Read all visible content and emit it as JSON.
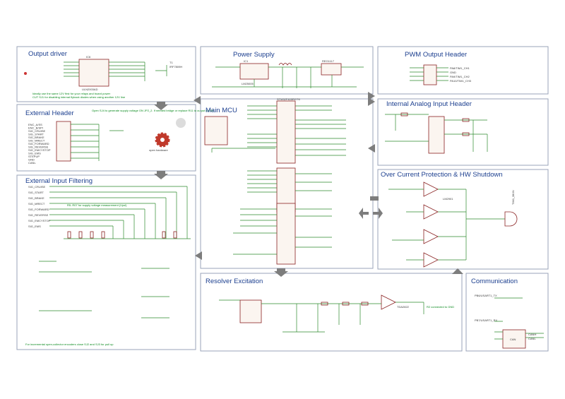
{
  "blocks": {
    "output_driver": {
      "title": "Output driver",
      "chip": "IC6",
      "chip_part": "ULN2003AD",
      "transistor": "T1",
      "transistor_part": "IRF7809H",
      "note_1": "Ideally use the same 12V first for your relays and board power",
      "note_2": "CUT SJ1 for disabling internal flyback diodes when using another 12V line"
    },
    "power_supply": {
      "title": "Power Supply",
      "chip_1": "IC1",
      "chip_2": "REG1117",
      "note": "LM25005"
    },
    "pwm_output": {
      "title": "PWM Output Header",
      "pins": [
        "PA8/TIM1_CH1",
        "GND",
        "PA9/TIM1_CH2",
        "PA10/TIM1_CH3"
      ]
    },
    "external_header": {
      "title": "External Header",
      "note": "Open SJ4 to generate supply voltage ON JP2_2. If needed bridge or replace R11 to output full 5V.",
      "signals": [
        "ENC_A/SS",
        "ENC_B/SPI",
        "SIG_CRUISE",
        "SIG_START",
        "SIG_BRAKE",
        "SIG_MRECT",
        "SIG_FORWARD",
        "SIG_REVERSE",
        "SIG_EMCYSTOP",
        "SIG_EMS",
        "STEPUP",
        "GND",
        "CANL"
      ],
      "logo": "open hardware"
    },
    "main_mcu": {
      "title": "Main MCU",
      "chip": "STM32F405RGT6"
    },
    "internal_analog": {
      "title": "Internal Analog Input Header"
    },
    "external_input": {
      "title": "External Input Filtering",
      "note_1": "R5..R07 for supply voltage measurement (Vpol)",
      "note_2": "For incremental open-collector encoders close SJ2 and SJ3 for pull up",
      "signals": [
        "SIG_CRUISE",
        "SIG_START",
        "SIG_BRAKE",
        "SIG_MRECT",
        "SIG_FORWARD",
        "SIG_REVERSE",
        "SIG_EMCYSTOP",
        "SIG_EMS"
      ]
    },
    "over_current": {
      "title": "Over Current Protection & HW Shutdown",
      "comparator": "LM2901",
      "shutdown": "TIM1_BKIN"
    },
    "resolver": {
      "title": "Resolver Excitation",
      "chip": "TDA2822",
      "note": "R2 connected to GND"
    },
    "communication": {
      "title": "Communication",
      "chip": "CAN",
      "labels": [
        "PB6/USART1_TX",
        "PB7/USART1_RX",
        "CANH",
        "CANL"
      ]
    }
  }
}
